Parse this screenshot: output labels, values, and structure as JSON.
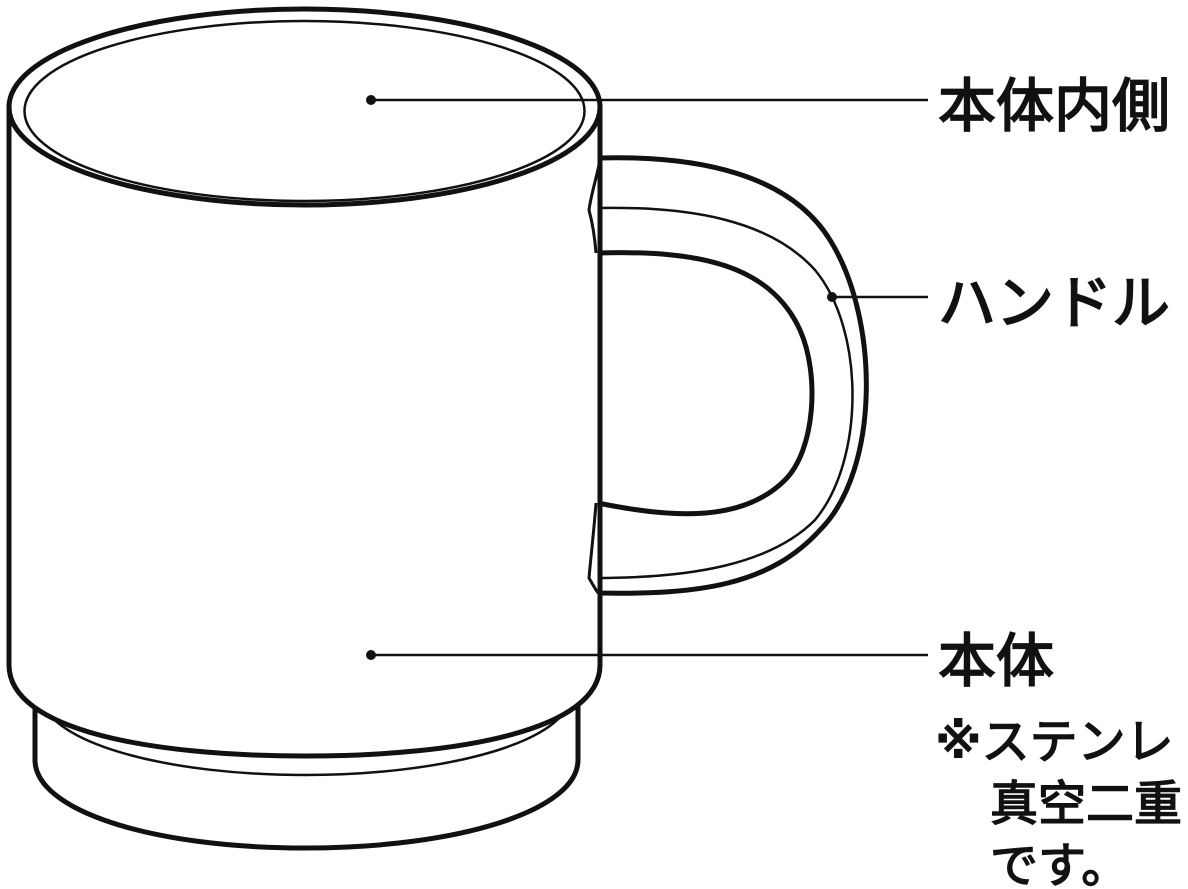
{
  "labels": {
    "inner": "本体内側",
    "handle": "ハンドル",
    "body": "本体"
  },
  "note": {
    "line1": "※ステンレ",
    "line2": "真空二重",
    "line3": "です。"
  },
  "colors": {
    "stroke": "#111111",
    "fill": "#ffffff"
  }
}
